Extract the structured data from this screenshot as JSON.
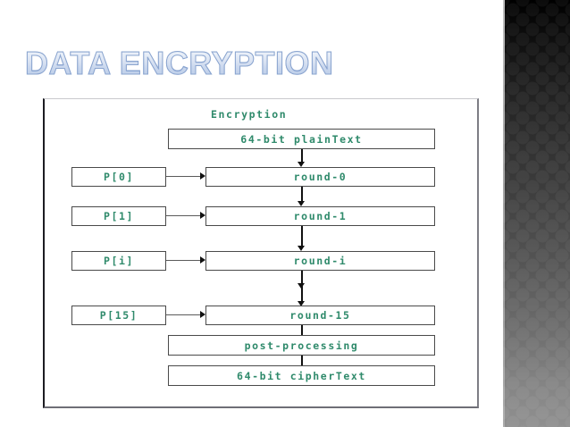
{
  "slide": {
    "title": "Data Encryption",
    "background_color": "#ffffff",
    "accent_band_color": "#000000"
  },
  "diagram": {
    "caption": "Encryption",
    "text_color": "#2f8a6b",
    "border_color": "#4a4a4a",
    "nodes": {
      "plaintext": "64-bit plainText",
      "post_processing": "post-processing",
      "ciphertext": "64-bit cipherText"
    },
    "rounds": [
      {
        "key": "P[0]",
        "round": "round-0"
      },
      {
        "key": "P[1]",
        "round": "round-1"
      },
      {
        "key": "P[i]",
        "round": "round-i"
      },
      {
        "key": "P[15]",
        "round": "round-15"
      }
    ]
  }
}
